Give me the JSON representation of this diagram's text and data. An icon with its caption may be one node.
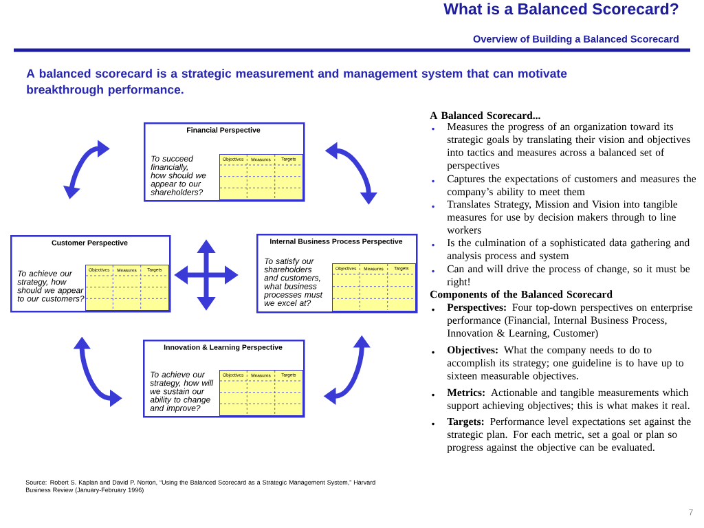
{
  "diagram": {
    "title": "What is a Balanced Scorecard?",
    "nodes": [
      {
        "text": [
          "Financial Perspective",
          "To succeed financially, how should we appear to our shareholders?"
        ]
      },
      {
        "text": [
          "Objectives",
          "Measures",
          "Targets"
        ],
        "in": 0
      },
      {
        "text": [
          "Customer Perspective",
          "To achieve our strategy, how should we appear to our customers?"
        ]
      },
      {
        "text": [
          "Objectives",
          "Measures",
          "Targets"
        ],
        "in": 2
      },
      {
        "text": [
          "Internal Business Process Perspective",
          "To satisfy our shareholders and customers, what business processes must we excel at?"
        ]
      },
      {
        "text": [
          "Objectives",
          "Measures",
          "Targets"
        ],
        "in": 4
      },
      {
        "text": [
          "Innovation & Learning Perspective",
          "To achieve our strategy, how will we sustain our ability to change and improve?"
        ]
      },
      {
        "text": [
          "Objectives",
          "Measures",
          "Targets"
        ],
        "in": 6
      }
    ],
    "edges": [
      {
        "from": 2,
        "to": 0,
        "arrow": "both"
      },
      {
        "from": 0,
        "to": 4,
        "arrow": "both"
      },
      {
        "from": 2,
        "to": 6,
        "arrow": "both"
      },
      {
        "from": 4,
        "to": 6,
        "arrow": "both"
      }
    ],
    "labels": [
      "Overview of Building a Balanced Scorecard",
      "A balanced scorecard is a strategic measurement and management system that can motivate breakthrough performance.",
      "A Balanced Scorecard...",
      "Measures the progress of an organization toward its strategic goals by translating their vision and objectives into tactics and measures across a balanced set of perspectives",
      "Captures the expectations of customers and measures the company’s ability to meet them",
      "Translates Strategy, Mission and Vision into tangible measures for use by decision makers through to line workers",
      "Is the culmination of a sophisticated data gathering and analysis process and system",
      "Can and will drive the process of change, so it must be right!",
      "Components of the Balanced Scorecard",
      "**Perspectives:** Four top-down perspectives on enterprise performance (Financial, Internal Business Process, Innovation & Learning, Customer)",
      "**Objectives:** What the company needs to do to accomplish its strategy; one guideline is to have up to sixteen measurable objectives.",
      "**Metrics:** Actionable and tangible measurements which support achieving objectives; this is what makes it real.",
      "**Targets:** Performance level expectations set against the strategic plan. For each metric, set a goal or plan so progress against the objective can be evaluated.",
      "Source: Robert S. Kaplan and David P. Norton, “Using the Balanced Scorecard as a Strategic Management System,” Harvard Business Review (January-February 1996)",
      "7"
    ]
  }
}
